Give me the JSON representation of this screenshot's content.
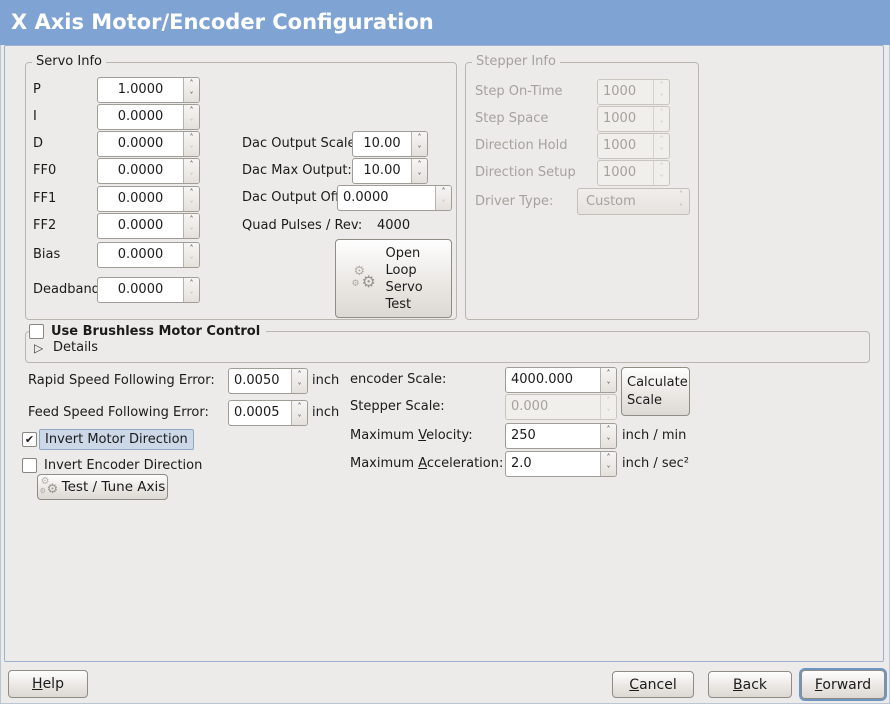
{
  "window": {
    "title": "X Axis Motor/Encoder Configuration"
  },
  "colors": {
    "titlebar": "#7fa4d3",
    "background": "#edebe9",
    "focus_highlight": "#ccd8e8",
    "focus_highlight_border": "#8fa8c6",
    "focus_ring": "#6d95c2",
    "content_frame_border": "#9db2d2"
  },
  "icons": {
    "gear": "⚙",
    "spin_up": "˄",
    "spin_down": "˅",
    "expander_collapsed": "▷",
    "checkmark": "✔"
  },
  "servo": {
    "title": "Servo Info",
    "params": [
      {
        "label": "P",
        "value": "1.0000"
      },
      {
        "label": "I",
        "value": "0.0000"
      },
      {
        "label": "D",
        "value": "0.0000"
      },
      {
        "label": "FF0",
        "value": "0.0000"
      },
      {
        "label": "FF1",
        "value": "0.0000"
      },
      {
        "label": "FF2",
        "value": "0.0000"
      },
      {
        "label": "Bias",
        "value": "0.0000"
      },
      {
        "label": "Deadband",
        "value": "0.0000"
      }
    ],
    "dac": [
      {
        "label": "Dac Output Scale:",
        "value": "10.00"
      },
      {
        "label": "Dac Max Output:",
        "value": "10.00"
      },
      {
        "label": "Dac Output Offset:",
        "value": "0.0000"
      }
    ],
    "quad_label": "Quad Pulses / Rev:",
    "quad_value": "4000",
    "open_loop_button": "Open Loop Servo Test"
  },
  "stepper": {
    "title": "Stepper Info",
    "rows": [
      {
        "label": "Step On-Time",
        "value": "1000"
      },
      {
        "label": "Step Space",
        "value": "1000"
      },
      {
        "label": "Direction Hold",
        "value": "1000"
      },
      {
        "label": "Direction Setup",
        "value": "1000"
      }
    ],
    "driver_label": "Driver Type:",
    "driver_value": "Custom"
  },
  "brushless": {
    "checkbox_label": "Use Brushless Motor Control",
    "checked": false,
    "details_label": "Details"
  },
  "follow": {
    "rapid_label": "Rapid Speed Following Error:",
    "rapid_value": "0.0050",
    "rapid_unit": "inch",
    "feed_label": "Feed Speed Following Error:",
    "feed_value": "0.0005",
    "feed_unit": "inch"
  },
  "right": {
    "encoder_label": "encoder Scale:",
    "encoder_value": "4000.000",
    "calculate_button": "Calculate Scale",
    "stepper_label": "Stepper Scale:",
    "stepper_value": "0.000",
    "velocity_label": {
      "pre": "Maximum ",
      "m": "V",
      "rest": "elocity:"
    },
    "velocity_value": "250",
    "velocity_unit": "inch / min",
    "accel_label": {
      "pre": "Maximum ",
      "m": "A",
      "rest": "cceleration:"
    },
    "accel_value": "2.0",
    "accel_unit": "inch / sec²"
  },
  "direction": {
    "invert_motor_label": "Invert Motor Direction",
    "invert_motor_checked": true,
    "invert_encoder_label": "Invert Encoder Direction",
    "invert_encoder_checked": false,
    "test_tune_button": "Test / Tune Axis"
  },
  "buttons": {
    "help": {
      "m": "H",
      "rest": "elp"
    },
    "cancel": {
      "m": "C",
      "rest": "ancel"
    },
    "back": {
      "m": "B",
      "rest": "ack"
    },
    "forward": {
      "m": "F",
      "rest": "orward"
    }
  }
}
